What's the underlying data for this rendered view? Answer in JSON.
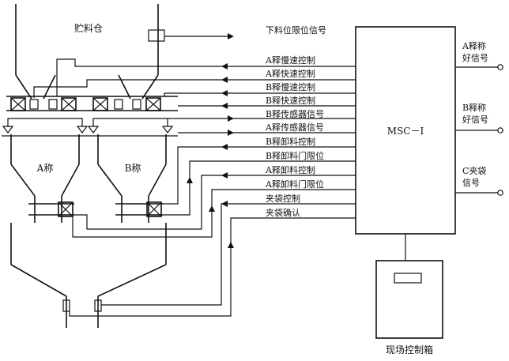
{
  "bin_label": "贮料仓",
  "scale_a_label": "A称",
  "scale_b_label": "B称",
  "controller_label": "MSC－Ⅰ",
  "field_box_label": "现场控制箱",
  "signals": [
    "下料位限位信号",
    "A释慢速控制",
    "A释快速控制",
    "B释慢速控制",
    "B释快速控制",
    "B释传感器信号",
    "A释传感器信号",
    "B释卸料控制",
    "B释卸料门限位",
    "A释卸料控制",
    "A释卸料门限位",
    "夹袋控制",
    "夹袋确认"
  ],
  "outputs": [
    {
      "line1": "A释称",
      "line2": "好信号"
    },
    {
      "line1": "B释称",
      "line2": "好信号"
    },
    {
      "line1": "C夹袋",
      "line2": "信号"
    }
  ]
}
